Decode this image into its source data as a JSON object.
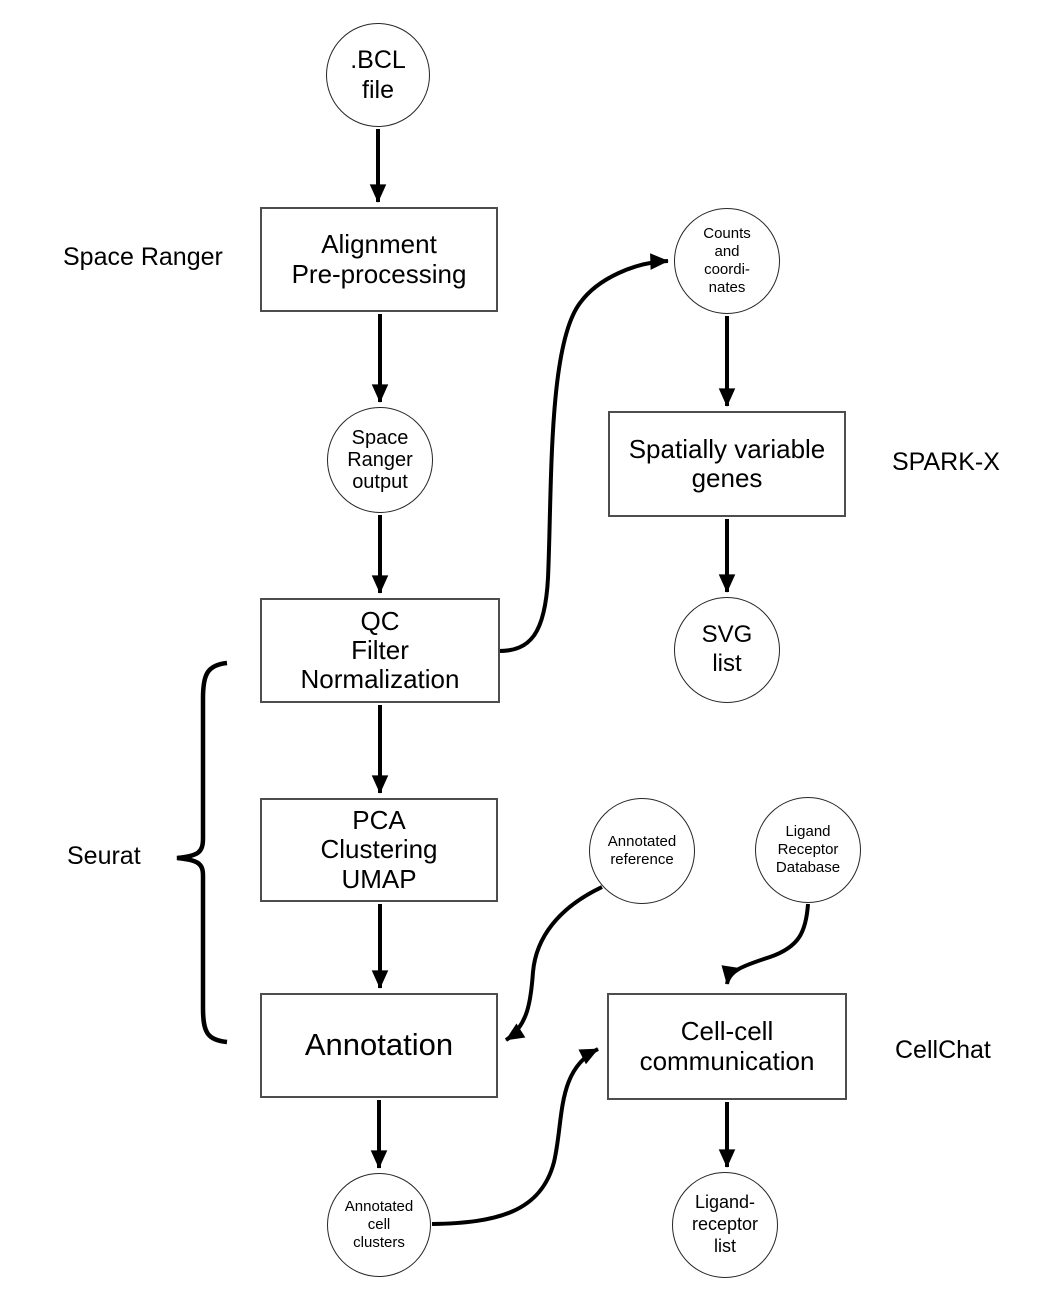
{
  "colors": {
    "background": "#ffffff",
    "shape_fill": "#ffffff",
    "box_border": "#4d4d4d",
    "circle_border": "#262626",
    "arrow": "#000000",
    "text": "#000000"
  },
  "tool_labels": {
    "space_ranger": "Space Ranger",
    "spark_x": "SPARK-X",
    "seurat": "Seurat",
    "cellchat": "CellChat"
  },
  "boxes": {
    "alignment": {
      "lines": [
        "Alignment",
        "Pre-processing"
      ]
    },
    "qc": {
      "lines": [
        "QC",
        "Filter",
        "Normalization"
      ]
    },
    "pca": {
      "lines": [
        "PCA",
        "Clustering",
        "UMAP"
      ]
    },
    "annotation": {
      "lines": [
        "Annotation"
      ]
    },
    "spatially_variable_genes": {
      "lines": [
        "Spatially variable",
        "genes"
      ]
    },
    "cell_cell_communication": {
      "lines": [
        "Cell-cell",
        "communication"
      ]
    }
  },
  "circles": {
    "bcl_file": {
      "lines": [
        ".BCL",
        "file"
      ]
    },
    "space_ranger_output": {
      "lines": [
        "Space",
        "Ranger",
        "output"
      ]
    },
    "counts_and_coordinates": {
      "lines": [
        "Counts",
        "and",
        "coordi-",
        "nates"
      ]
    },
    "svg_list": {
      "lines": [
        "SVG",
        "list"
      ]
    },
    "annotated_reference": {
      "lines": [
        "Annotated",
        "reference"
      ]
    },
    "ligand_receptor_database": {
      "lines": [
        "Ligand",
        "Receptor",
        "Database"
      ]
    },
    "annotated_cell_clusters": {
      "lines": [
        "Annotated",
        "cell",
        "clusters"
      ]
    },
    "ligand_receptor_list": {
      "lines": [
        "Ligand-",
        "receptor",
        "list"
      ]
    }
  }
}
